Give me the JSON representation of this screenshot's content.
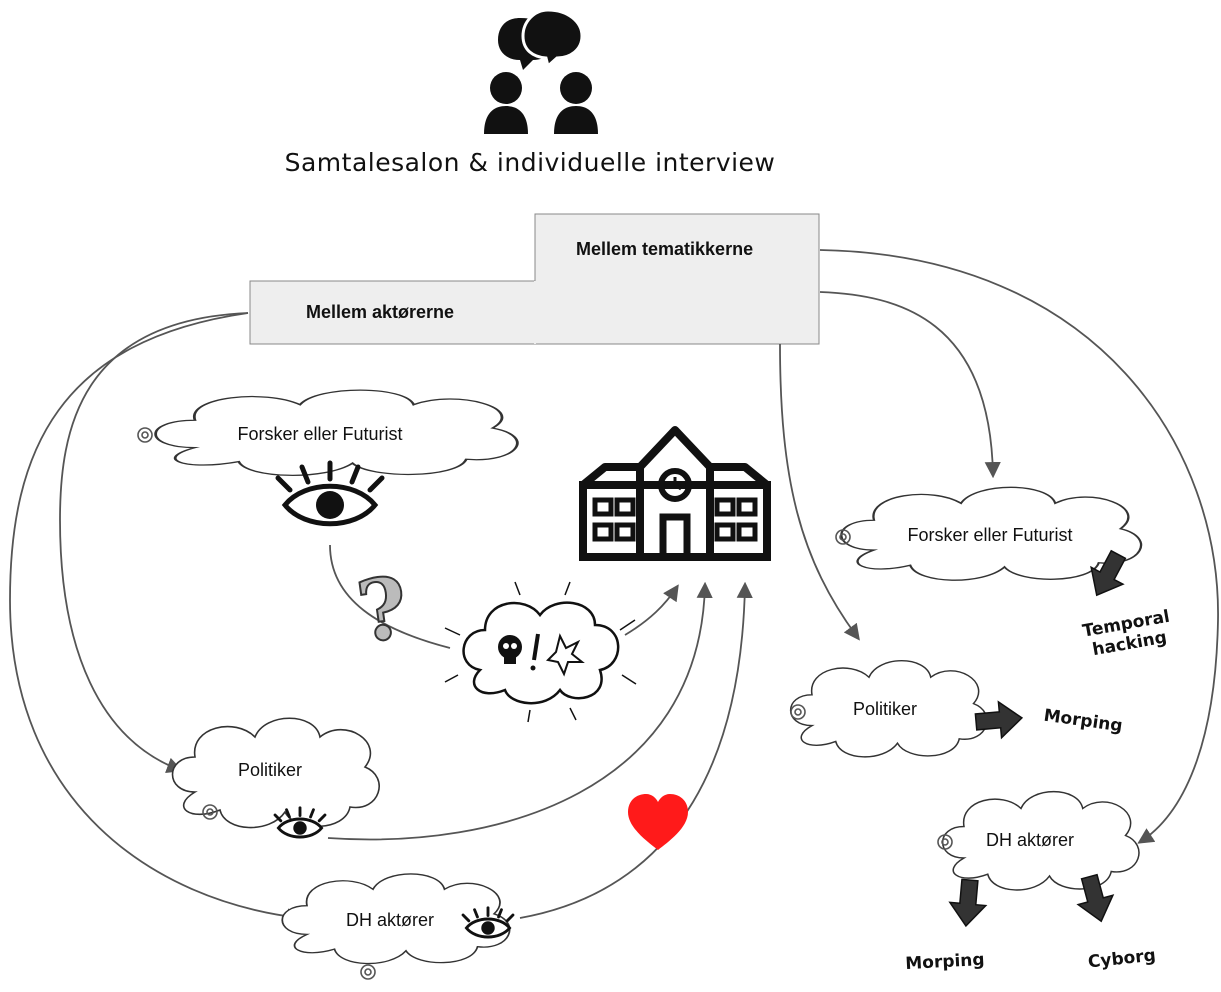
{
  "title": "Samtalesalon & individuelle interview",
  "boxes": {
    "upper_label": "Mellem tematikkerne",
    "lower_label": "Mellem aktørerne"
  },
  "left": {
    "forsker": "Forsker eller Futurist",
    "politiker": "Politiker",
    "dh": "DH aktører"
  },
  "right": {
    "forsker": "Forsker eller Futurist",
    "politiker": "Politiker",
    "dh": "DH aktører",
    "temporal": "Temporal hacking",
    "morping_1": "Morping",
    "morping_2": "Morping",
    "cyborg": "Cyborg"
  },
  "icons": [
    "people-chat-icon",
    "school-building-icon",
    "eye-icon",
    "question-mark-icon",
    "angry-cloud-icon",
    "heart-icon",
    "arrow-icon"
  ],
  "colors": {
    "line": "#555555",
    "box_fill": "#eeeeee",
    "heart": "#ff1a1a"
  }
}
